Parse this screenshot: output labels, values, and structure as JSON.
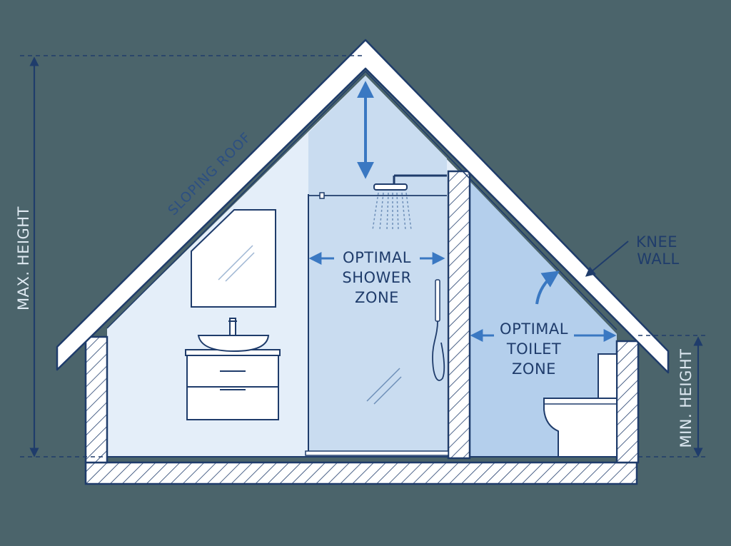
{
  "labels": {
    "sloping_roof": "SLOPING ROOF",
    "max_height": "MAX. HEIGHT",
    "min_height": "MIN. HEIGHT",
    "knee_wall_line1": "KNEE",
    "knee_wall_line2": "WALL",
    "shower_line1": "OPTIMAL",
    "shower_line2": "SHOWER",
    "shower_line3": "ZONE",
    "toilet_line1": "OPTIMAL",
    "toilet_line2": "TOILET",
    "toilet_line3": "ZONE"
  },
  "colors": {
    "background": "#4b646b",
    "outline": "#1f3c6b",
    "wall_fill": "#ffffff",
    "room_fill": "#e4eef9",
    "shower_zone_fill": "#c9dcf0",
    "toilet_zone_fill": "#b4cfec",
    "arrow_accent": "#3a78c2",
    "dimension_label": "#dde8f1"
  }
}
